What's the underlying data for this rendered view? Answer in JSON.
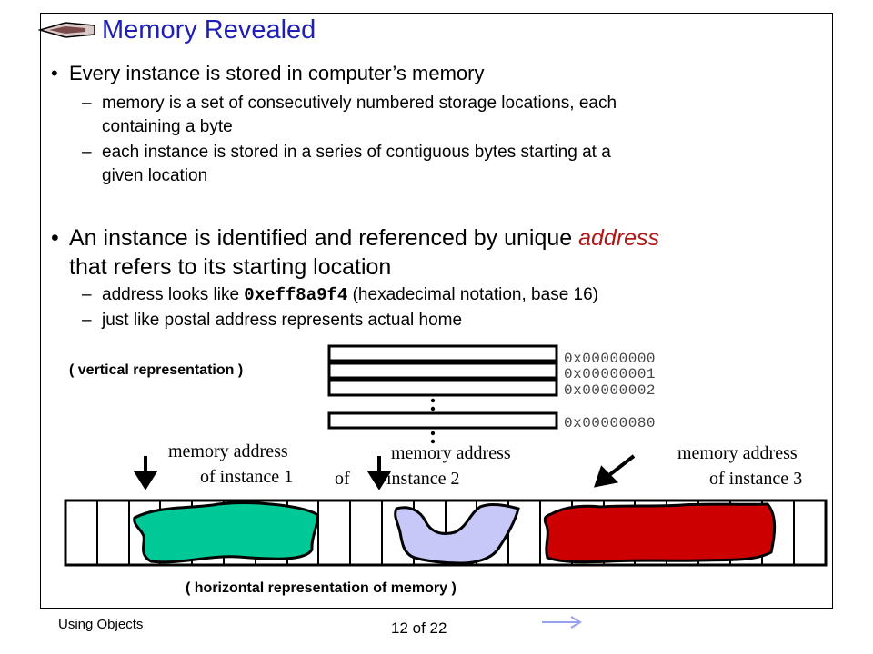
{
  "slide": {
    "title": "Memory Revealed",
    "bullet1": "Every instance is stored in computer’s memory",
    "sub1": [
      "memory is a set of consecutively numbered storage locations, each",
      "containing a byte"
    ],
    "sub2": [
      "each instance is stored in a series of contiguous bytes starting at a",
      "given location"
    ],
    "bullet2_pre": "An instance is identified and referenced by unique ",
    "bullet2_em": "address",
    "bullet2_line2": "that refers to its starting location",
    "sub3_pre": "address looks like ",
    "sub3_code": "0xeff8a9f4",
    "sub3_post": " (hexadecimal notation, base 16)",
    "sub4": "just like postal address represents actual home",
    "bullet_glyph": "•",
    "dash_glyph": "–"
  },
  "diagram": {
    "vertical_label": "( vertical representation )",
    "horizontal_label": "( horizontal representation of memory )",
    "addresses": [
      "0x00000000",
      "0x00000001",
      "0x00000002",
      "0x00000080"
    ],
    "instance1": [
      "memory address",
      "of instance 1"
    ],
    "instance2": [
      "memory address",
      "of",
      "instance 2"
    ],
    "instance3": [
      "memory address",
      "of instance 3"
    ],
    "colors": {
      "instance1": "#00c896",
      "instance2": "#c8c8f8",
      "instance3": "#cc0000",
      "title": "#1f1fb5",
      "emphasis": "#b01818"
    }
  },
  "footer": {
    "left": "Using Objects",
    "page": "12 of 22",
    "back_icon": "back-arrow-icon",
    "forward_icon": "forward-arrow-icon"
  }
}
